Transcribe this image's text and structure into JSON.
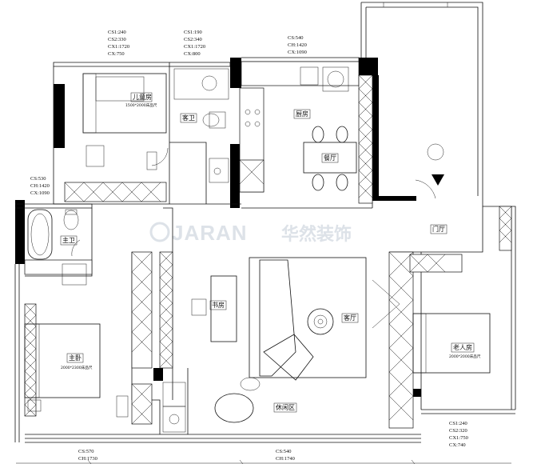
{
  "watermark": {
    "latin": "JARAN",
    "chinese": "华然装饰"
  },
  "rooms": {
    "children_room": "儿童房",
    "children_bed": "1500*2000床品尺",
    "guest_bath": "客卫",
    "kitchen": "厨房",
    "dining": "餐厅",
    "master_bath": "主卫",
    "study": "书房",
    "living": "客厅",
    "foyer": "门厅",
    "elder_room": "老人房",
    "elder_bed": "2000*2000床品尺",
    "master_bedroom": "主卧",
    "master_bed": "2000*2300床品尺",
    "leisure": "休闲区"
  },
  "notes": {
    "children_curtain": [
      "CS1:240",
      "CS2:330",
      "CX1:1720",
      "CX:750"
    ],
    "guest_bath_curtain": [
      "CS1:190",
      "CS2:340",
      "CX1:1720",
      "CX:800"
    ],
    "kitchen_curtain": [
      "CS:540",
      "CH:1420",
      "CX:1090"
    ],
    "master_bath_curtain": [
      "CS:530",
      "CH:1420",
      "CX:1090"
    ],
    "elder_curtain": [
      "CS1:240",
      "CS2:320",
      "CX1:750",
      "CX:740"
    ],
    "master_bedroom_curtain": [
      "CS:570",
      "CH:1730"
    ],
    "leisure_curtain": [
      "CS:540",
      "CH:1740"
    ]
  }
}
